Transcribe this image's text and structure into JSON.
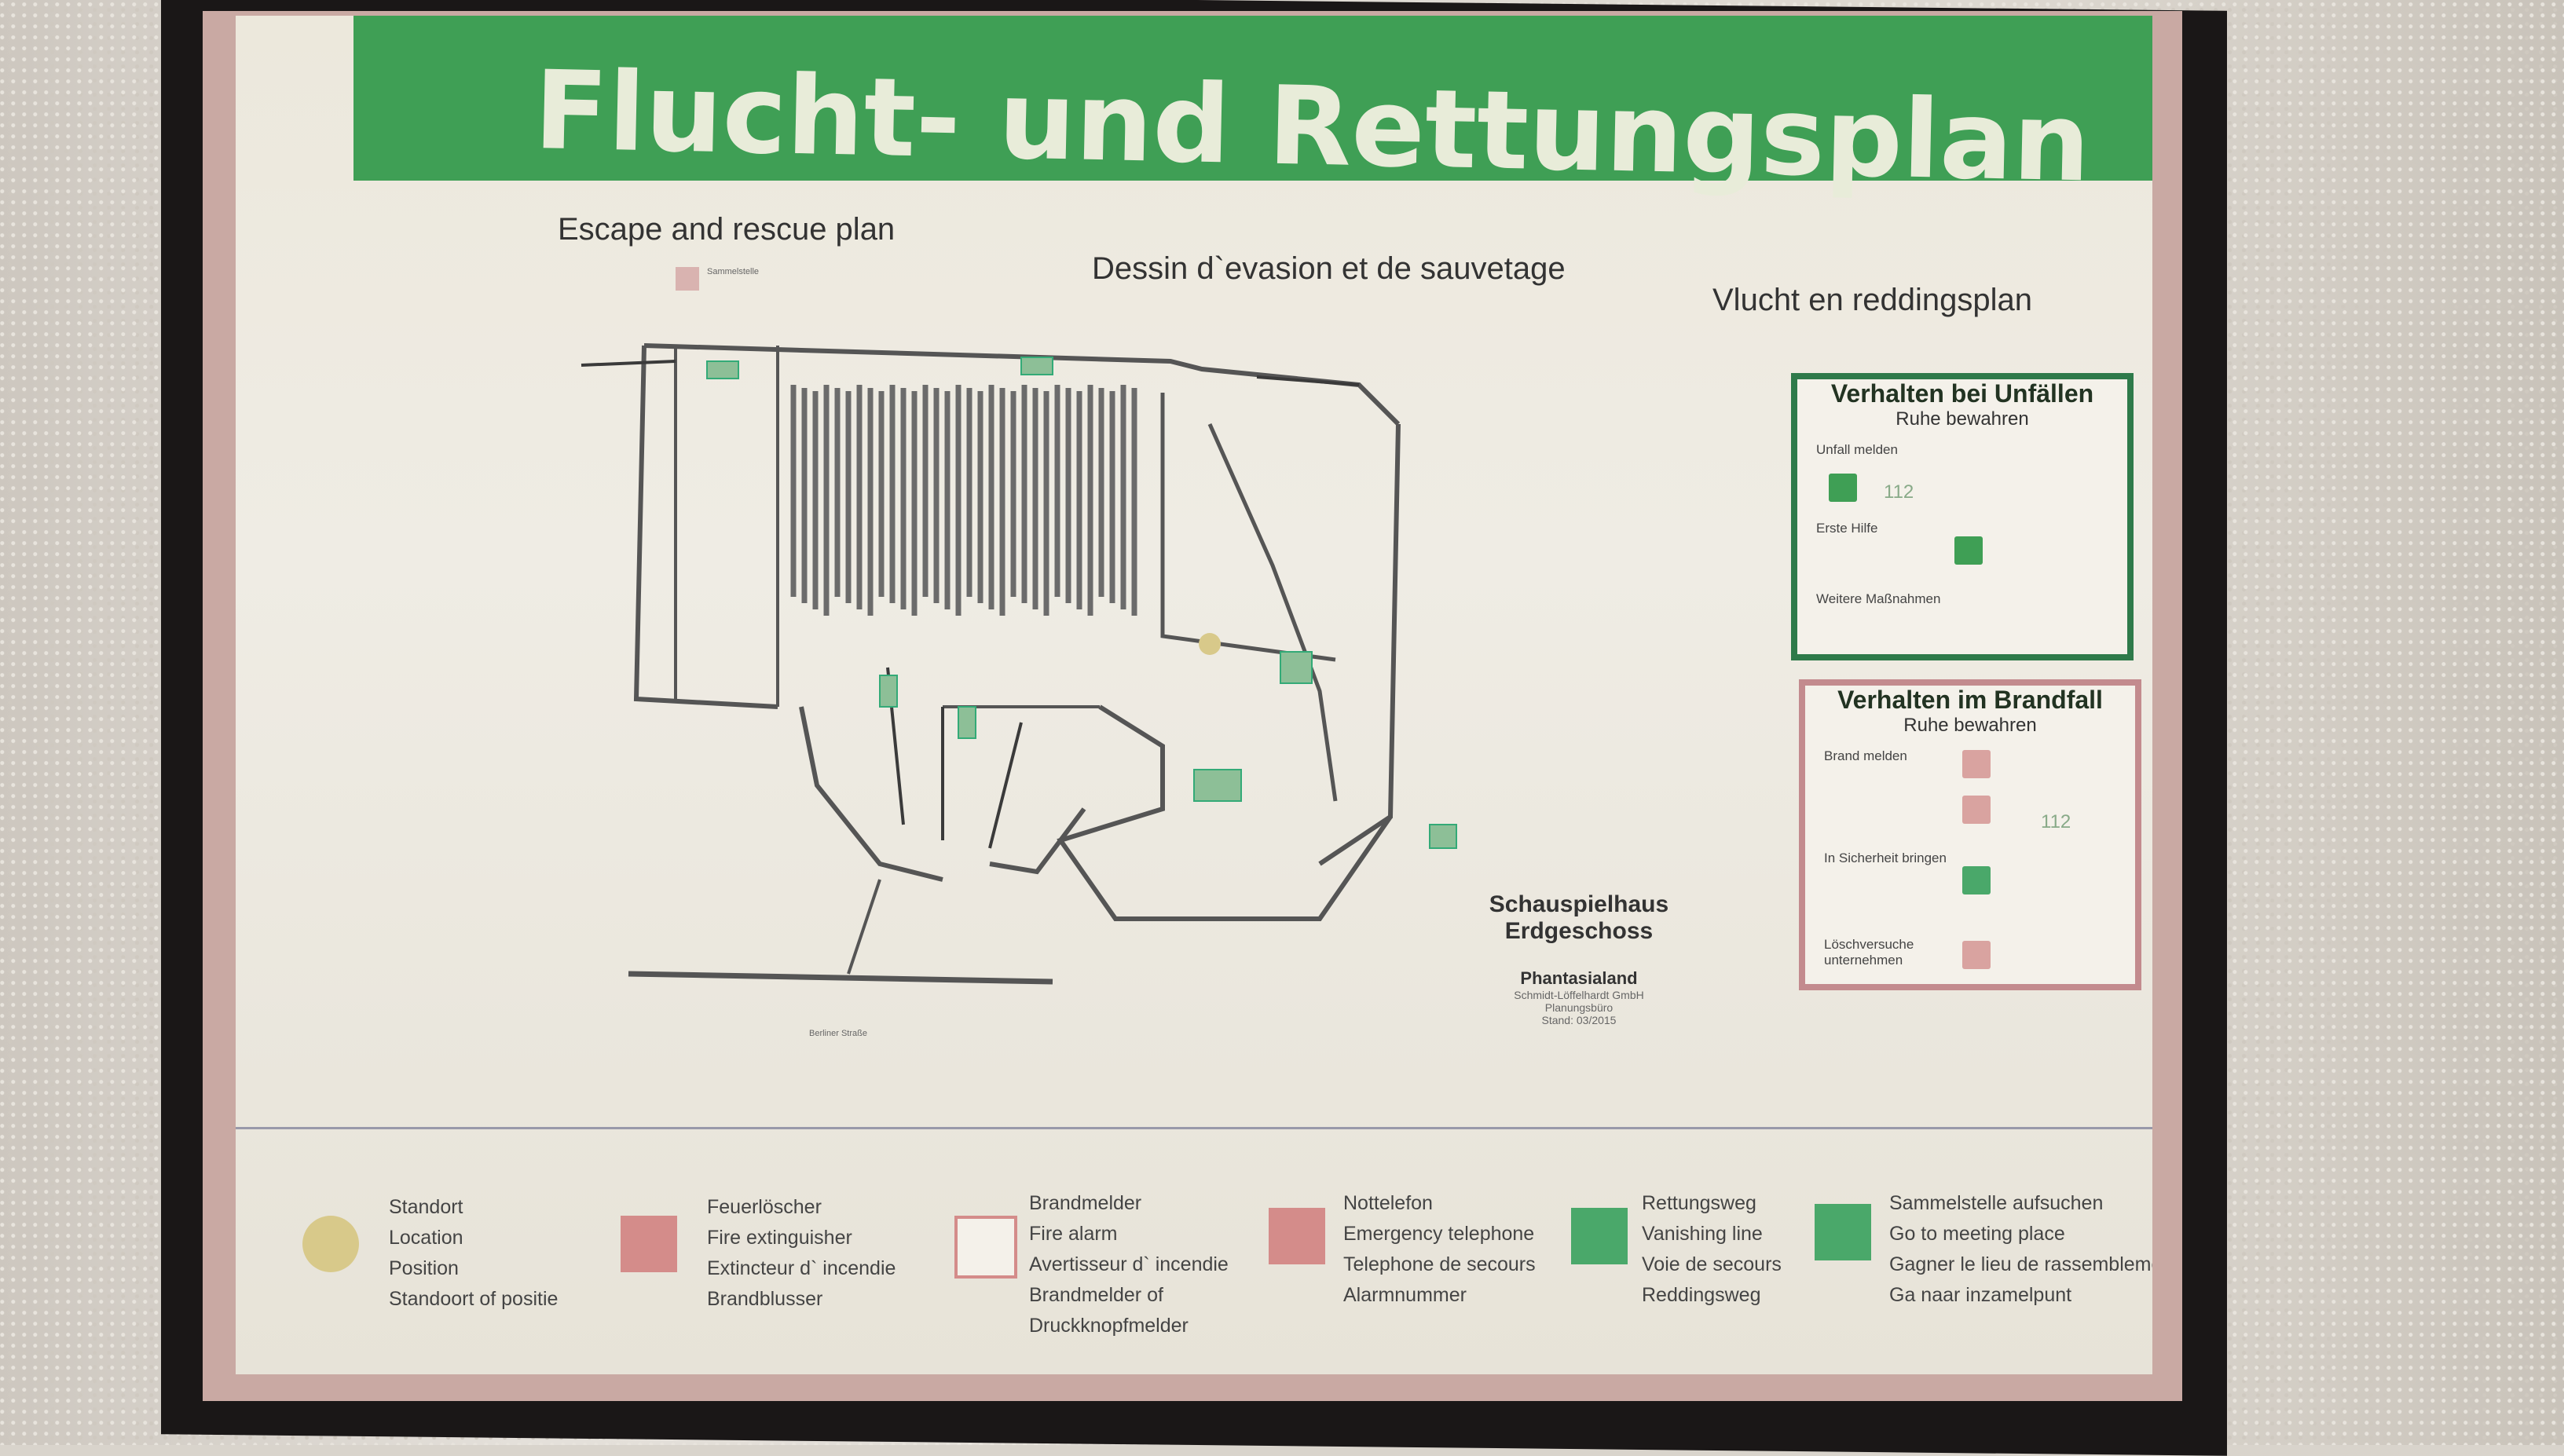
{
  "title": "Flucht- und Rettungsplan",
  "subtitles": {
    "en": "Escape and rescue plan",
    "fr": "Dessin d`evasion et de sauvetage",
    "nl": "Vlucht en reddingsplan"
  },
  "accidents": {
    "heading": "Verhalten bei Unfällen",
    "calm": "Ruhe bewahren",
    "steps": [
      {
        "label": "Unfall melden",
        "phone": "112"
      },
      {
        "label": "Erste Hilfe"
      },
      {
        "label": "Weitere Maßnahmen"
      }
    ]
  },
  "fire": {
    "heading": "Verhalten im Brandfall",
    "calm": "Ruhe bewahren",
    "steps": [
      {
        "label": "Brand melden",
        "phone": "112"
      },
      {
        "label": "In Sicherheit bringen"
      },
      {
        "label": "Löschversuche unternehmen"
      }
    ]
  },
  "building": {
    "name_line1": "Schauspielhaus",
    "name_line2": "Erdgeschoss",
    "company": "Phantasialand",
    "planner": "Schmidt-Löffelhardt GmbH",
    "office": "Planungsbüro",
    "date": "Stand: 03/2015"
  },
  "legend": [
    {
      "icon": "location-dot",
      "color": "#d8c98a",
      "lines": [
        "Standort",
        "Location",
        "Position",
        "Standoort of positie"
      ]
    },
    {
      "icon": "fire-extinguisher-icon",
      "color": "#d48c8a",
      "lines": [
        "Feuerlöscher",
        "Fire extinguisher",
        "Extincteur d` incendie",
        "Brandblusser"
      ]
    },
    {
      "icon": "fire-alarm-icon",
      "color": "#d48c8a",
      "lines": [
        "Brandmelder",
        "Fire alarm",
        "Avertisseur d` incendie",
        "Brandmelder of",
        "Druckknopfmelder"
      ]
    },
    {
      "icon": "emergency-phone-icon",
      "color": "#d48c8a",
      "lines": [
        "Nottelefon",
        "Emergency telephone",
        "Telephone de secours",
        "Alarmnummer"
      ]
    },
    {
      "icon": "escape-route-icon",
      "color": "#4aa86a",
      "lines": [
        "Rettungsweg",
        "Vanishing line",
        "Voie de secours",
        "Reddingsweg"
      ]
    },
    {
      "icon": "assembly-point-icon",
      "color": "#4aa86a",
      "lines": [
        "Sammelstelle aufsuchen",
        "Go to meeting place",
        "Gagner le lieu de rassemblement",
        "Ga naar inzamelpunt"
      ]
    }
  ]
}
